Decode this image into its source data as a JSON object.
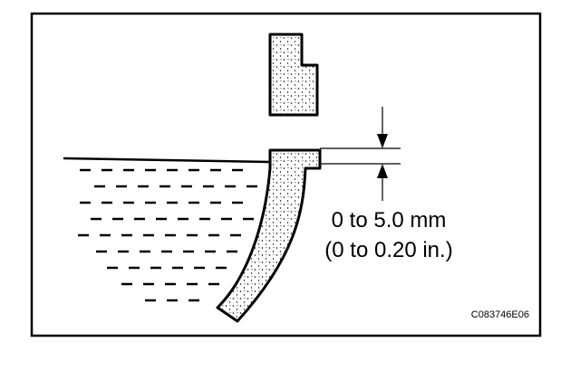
{
  "diagram": {
    "measurement_mm": "0 to 5.0 mm",
    "measurement_in": "(0 to 0.20 in.)",
    "figure_code": "C083746E06",
    "colors": {
      "line": "#000000",
      "background": "#ffffff"
    }
  }
}
